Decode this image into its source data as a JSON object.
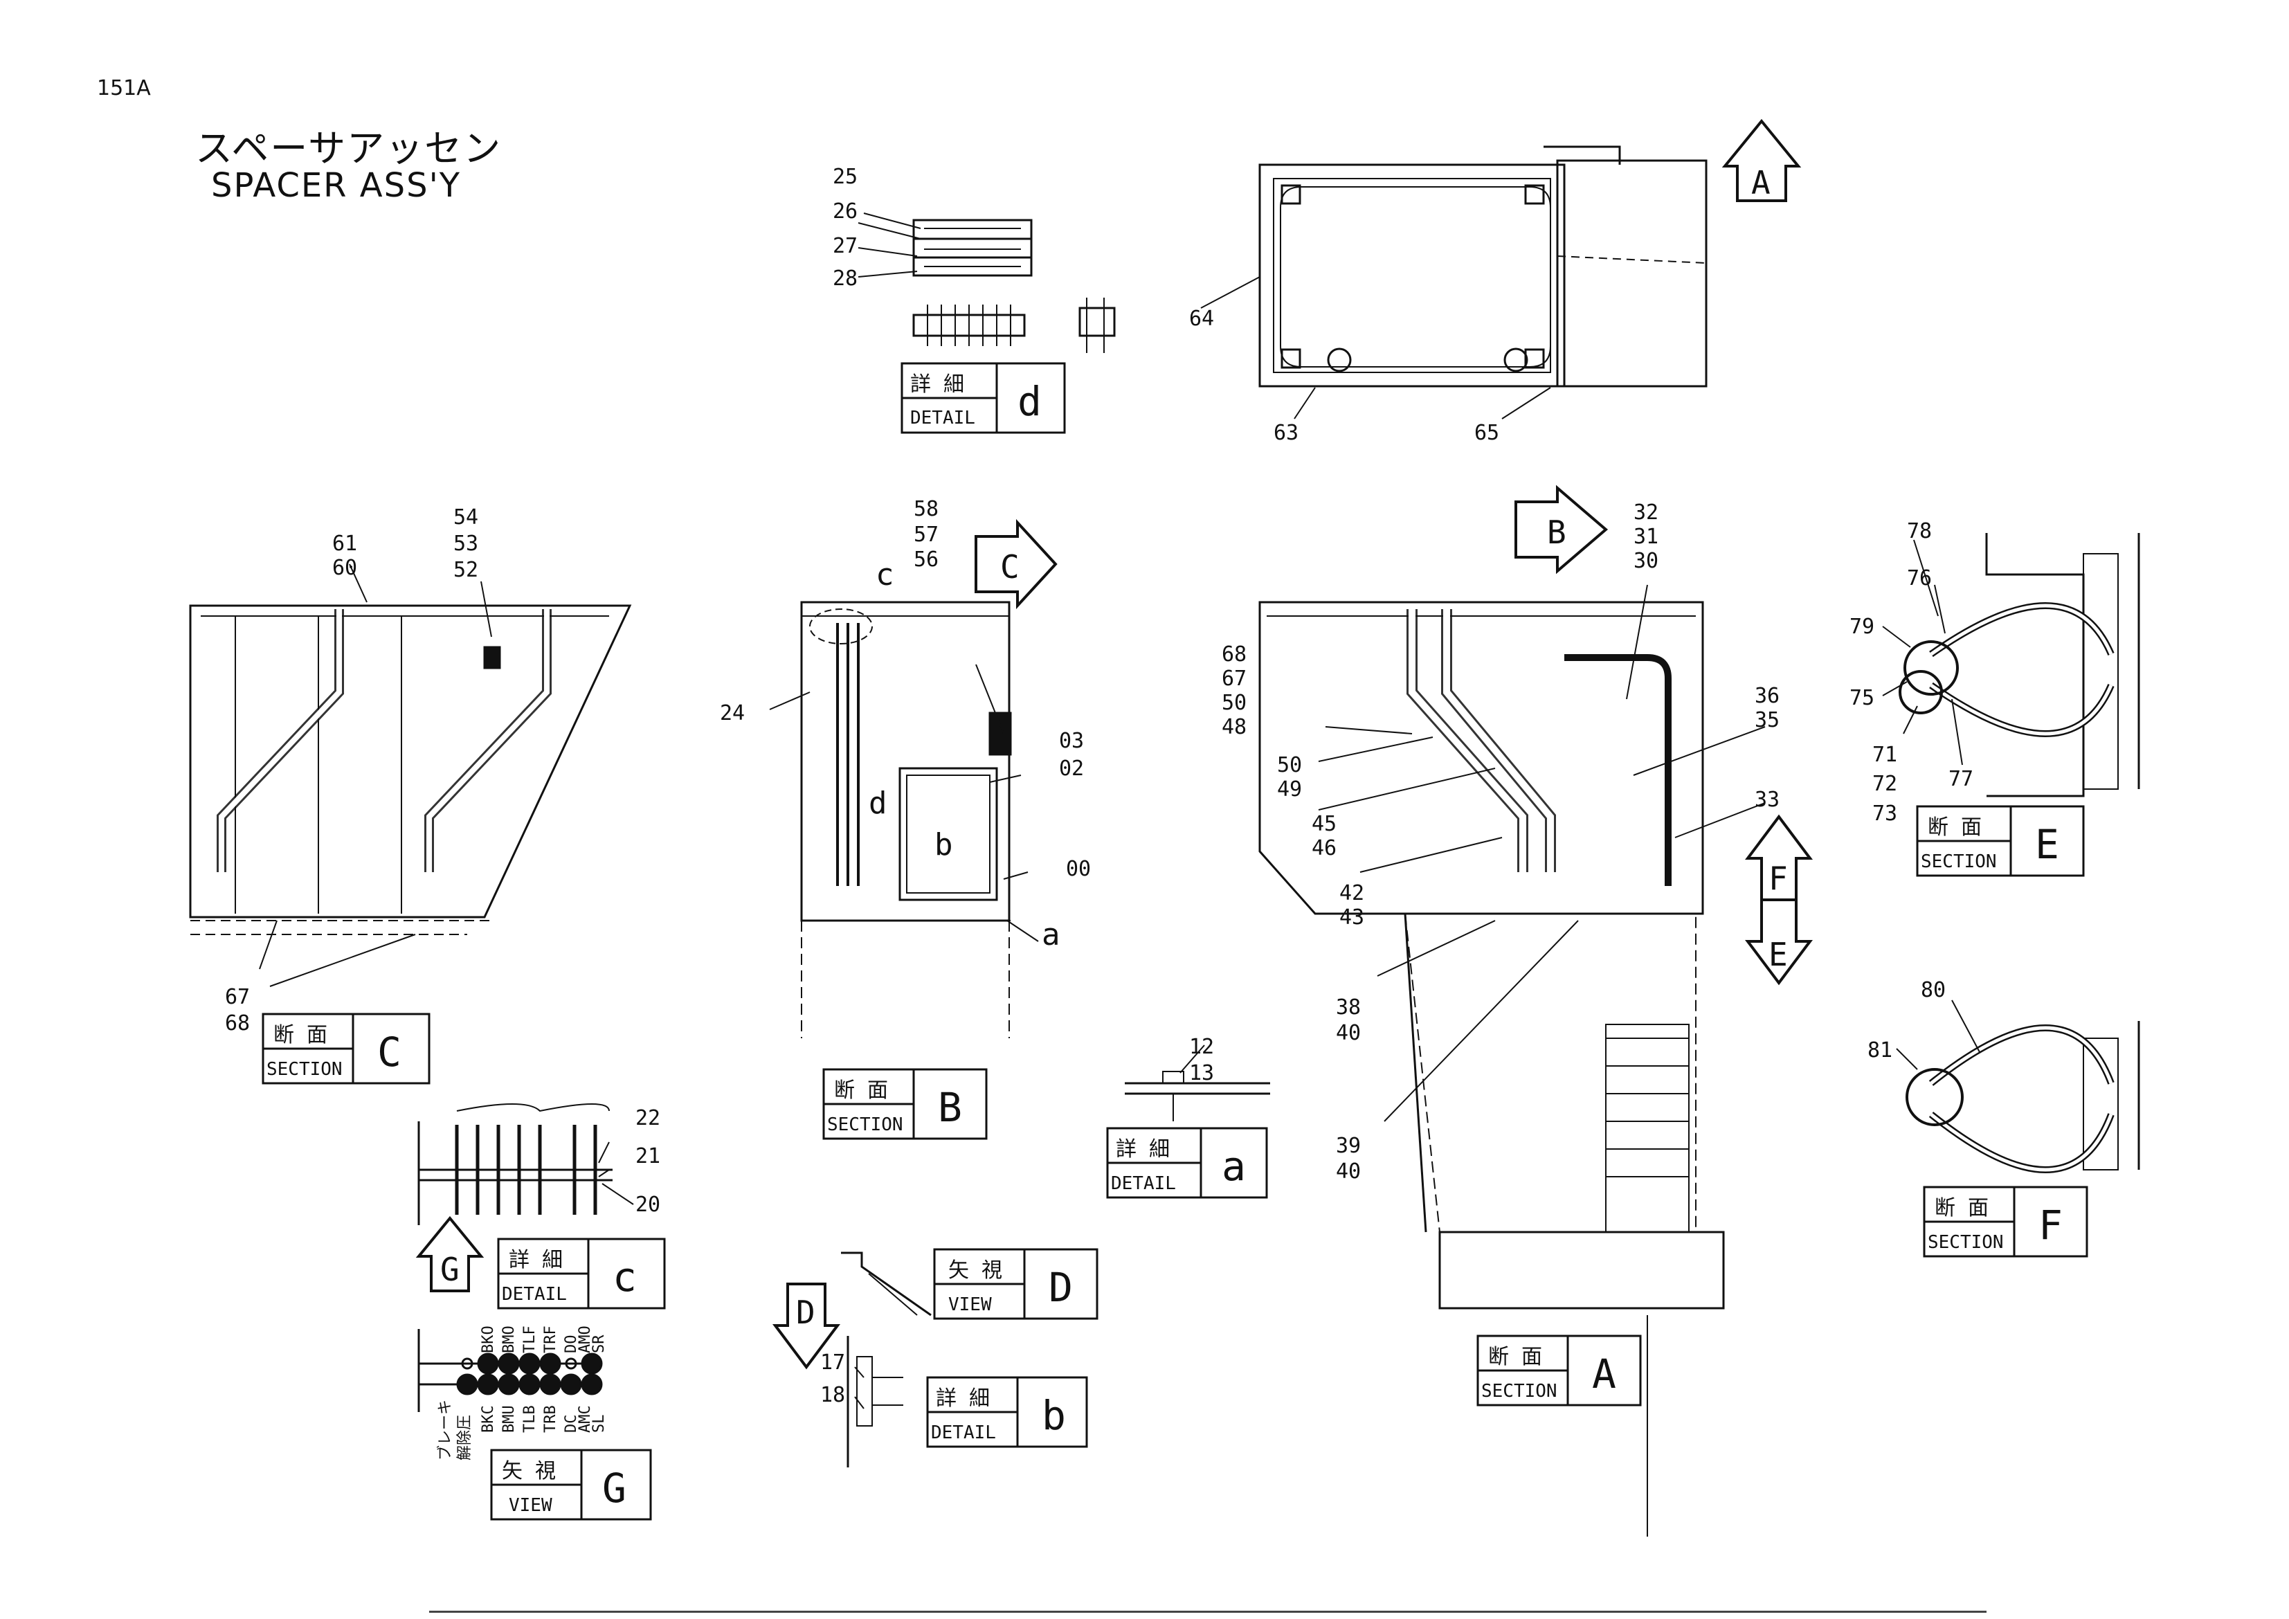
{
  "header": {
    "page_id": "151A",
    "title_ja": "スペーサアッセン",
    "title_en": "SPACER ASS'Y"
  },
  "captions": {
    "detail_d": {
      "ja": "詳 細",
      "en": "DETAIL",
      "letter": "d"
    },
    "section_c": {
      "ja": "断 面",
      "en": "SECTION",
      "letter": "C"
    },
    "section_b": {
      "ja": "断 面",
      "en": "SECTION",
      "letter": "B"
    },
    "detail_a": {
      "ja": "詳 細",
      "en": "DETAIL",
      "letter": "a"
    },
    "detail_c": {
      "ja": "詳 細",
      "en": "DETAIL",
      "letter": "c"
    },
    "view_d": {
      "ja": "矢 視",
      "en": "VIEW",
      "letter": "D"
    },
    "detail_b": {
      "ja": "詳 細",
      "en": "DETAIL",
      "letter": "b"
    },
    "view_g": {
      "ja": "矢 視",
      "en": "VIEW",
      "letter": "G"
    },
    "section_a": {
      "ja": "断 面",
      "en": "SECTION",
      "letter": "A"
    },
    "section_e": {
      "ja": "断 面",
      "en": "SECTION",
      "letter": "E"
    },
    "section_f": {
      "ja": "断 面",
      "en": "SECTION",
      "letter": "F"
    }
  },
  "arrows": {
    "A": "A",
    "B": "B",
    "C": "C",
    "D": "D",
    "E": "E",
    "F": "F",
    "G": "G"
  },
  "callouts": {
    "c25": "25",
    "c26": "26",
    "c27": "27",
    "c28": "28",
    "c64": "64",
    "c63": "63",
    "c65": "65",
    "c61": "61",
    "c60": "60",
    "c54": "54",
    "c53": "53",
    "c52": "52",
    "c67": "67",
    "c68": "68",
    "c58": "58",
    "c57": "57",
    "c56": "56",
    "c24": "24",
    "c03": "03",
    "c02": "02",
    "c00": "00",
    "lbl_c": "c",
    "lbl_d": "d",
    "lbl_b": "b",
    "lbl_a": "a",
    "c32": "32",
    "c31": "31",
    "c30": "30",
    "c68b": "68",
    "c67b": "67",
    "c50": "50",
    "c48": "48",
    "c36": "36",
    "c35": "35",
    "c50b": "50",
    "c49": "49",
    "c45": "45",
    "c46": "46",
    "c33": "33",
    "c42": "42",
    "c43": "43",
    "c38": "38",
    "c40": "40",
    "c39": "39",
    "c40b": "40",
    "c12": "12",
    "c13": "13",
    "c22": "22",
    "c21": "21",
    "c20": "20",
    "c17": "17",
    "c18": "18",
    "c78": "78",
    "c76": "76",
    "c79": "79",
    "c75": "75",
    "c71": "71",
    "c72": "72",
    "c73": "73",
    "c77": "77",
    "c80": "80",
    "c81": "81"
  },
  "view_g_labels": {
    "top": [
      "BKO",
      "BMO",
      "TLF",
      "TRF",
      "DO",
      "AMO",
      "SR"
    ],
    "bottom": [
      "BKC",
      "BMU",
      "TLB",
      "TRB",
      "DC",
      "AMC",
      "SL"
    ],
    "side_1": "ブレーキ",
    "side_2": "解除圧"
  }
}
